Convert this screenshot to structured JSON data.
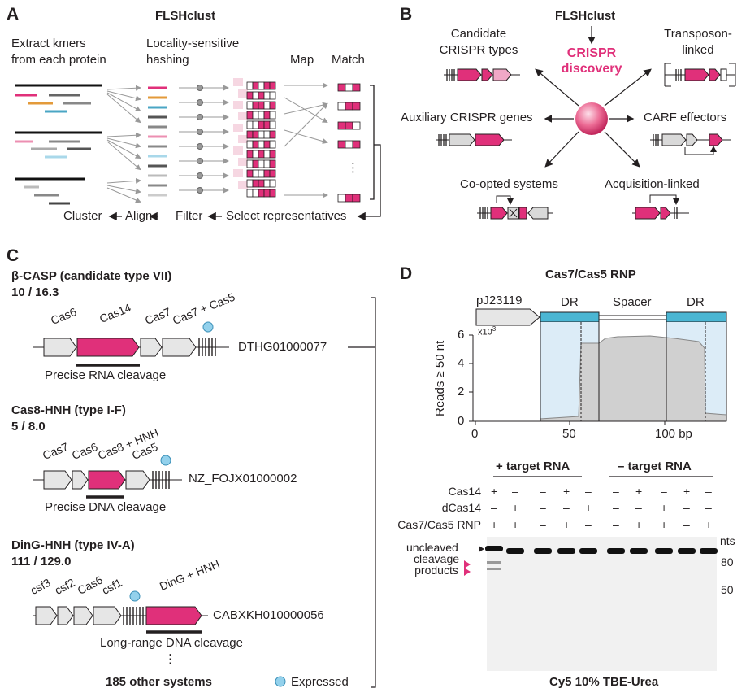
{
  "panelA": {
    "letter": "A",
    "title": "FLSHclust",
    "step1": "Extract kmers\nfrom each protein",
    "step2": "Locality-sensitive\nhashing",
    "step3": "Map",
    "step4": "Match",
    "ellipsis": "⋮",
    "bottom_cluster": "Cluster",
    "bottom_align": "Align",
    "bottom_filter": "Filter",
    "bottom_select": "Select representatives"
  },
  "panelB": {
    "letter": "B",
    "title": "FLSHclust",
    "center": "CRISPR\ndiscovery",
    "candidate": "Candidate\nCRISPR types",
    "transposon": "Transposon-\nlinked",
    "auxiliary": "Auxiliary CRISPR genes",
    "carf": "CARF effectors",
    "coopted": "Co-opted systems",
    "acquisition": "Acquisition-linked"
  },
  "panelC": {
    "letter": "C",
    "systems": [
      {
        "title": "β-CASP (candidate type VII)",
        "ratio": "10 / 16.3",
        "genes": [
          "Cas6",
          "Cas14",
          "Cas7",
          "Cas7 + Cas5"
        ],
        "accession": "DTHG01000077",
        "activity": "Precise RNA cleavage"
      },
      {
        "title": "Cas8-HNH (type I-F)",
        "ratio": "5 / 8.0",
        "genes": [
          "Cas7",
          "Cas6",
          "Cas8 + HNH",
          "Cas5"
        ],
        "accession": "NZ_FOJX01000002",
        "activity": "Precise DNA cleavage"
      },
      {
        "title": "DinG-HNH (type IV-A)",
        "ratio": "111 / 129.0",
        "genes": [
          "csf3",
          "csf2",
          "Cas6",
          "csf1",
          "DinG + HNH"
        ],
        "accession": "CABXKH010000056",
        "activity": "Long-range DNA cleavage"
      }
    ],
    "dots": "⋮",
    "other": "185 other systems",
    "legend_expressed": "Expressed"
  },
  "panelD": {
    "letter": "D",
    "title": "Cas7/Cas5 RNP",
    "promoter": "pJ23119",
    "dr1": "DR",
    "spacer": "Spacer",
    "dr2": "DR",
    "ylabel": "Reads ≥ 50 nt",
    "yunit": "x10",
    "yunit_exp": "3",
    "yticks": [
      "6",
      "4",
      "2",
      "0"
    ],
    "xticks": [
      "0",
      "50",
      "100 bp"
    ],
    "gel": {
      "plus_target": "+ target RNA",
      "minus_target": "– target RNA",
      "rows": [
        {
          "label": "Cas14",
          "marks": [
            "+",
            "–",
            "–",
            "+",
            "–",
            "–",
            "+",
            "–",
            "+",
            "–",
            "–"
          ]
        },
        {
          "label": "dCas14",
          "marks": [
            "–",
            "+",
            "–",
            "–",
            "+",
            "–",
            "–",
            "+",
            "–",
            "–",
            "–"
          ]
        },
        {
          "label": "Cas7/Cas5 RNP",
          "marks": [
            "+",
            "+",
            "–",
            "+",
            "–",
            "–",
            "+",
            "+",
            "–",
            "+",
            "–"
          ]
        }
      ],
      "uncleaved": "uncleaved",
      "cleavage": "cleavage\nproducts",
      "nts": "nts",
      "marker80": "80",
      "marker50": "50",
      "caption": "Cy5 10% TBE-Urea"
    }
  },
  "colors": {
    "magenta": "#e0307a",
    "cyan": "#5bc0de",
    "lightblue": "#dcecf7",
    "gray": "#d9d9d9"
  }
}
